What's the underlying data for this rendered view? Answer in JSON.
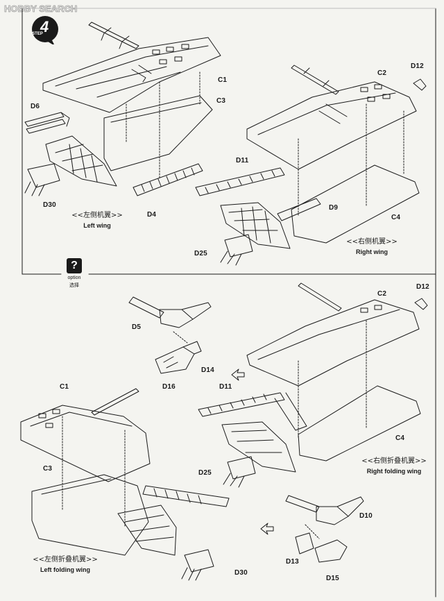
{
  "watermark": "HOBBY SEARCH",
  "step": {
    "word": "STEP",
    "number": "4"
  },
  "option": {
    "en": "option",
    "cn": "选择"
  },
  "labels": {
    "c1_top": "C1",
    "c3_top": "C3",
    "d6": "D6",
    "d30_top": "D30",
    "d4": "D4",
    "c2_top": "C2",
    "d12_top": "D12",
    "d11_top": "D11",
    "d9": "D9",
    "c4_top": "C4",
    "d25_top": "D25",
    "d5": "D5",
    "d14": "D14",
    "d16": "D16",
    "c2_bot": "C2",
    "d12_bot": "D12",
    "d11_bot": "D11",
    "c4_bot": "C4",
    "d25_bot": "D25",
    "c1_bot": "C1",
    "c3_bot": "C3",
    "d10": "D10",
    "d13": "D13",
    "d15": "D15",
    "d30_bot": "D30"
  },
  "captions": {
    "left_wing": {
      "cn": "<<左侧机翼>>",
      "en": "Left wing"
    },
    "right_wing": {
      "cn": "<<右侧机翼>>",
      "en": "Right wing"
    },
    "right_folding": {
      "cn": "<<右侧折叠机翼>>",
      "en": "Right folding wing"
    },
    "left_folding": {
      "cn": "<<左侧折叠机翼>>",
      "en": "Left folding wing"
    }
  },
  "colors": {
    "ink": "#1a1a1a",
    "paper": "#f4f4f0"
  }
}
